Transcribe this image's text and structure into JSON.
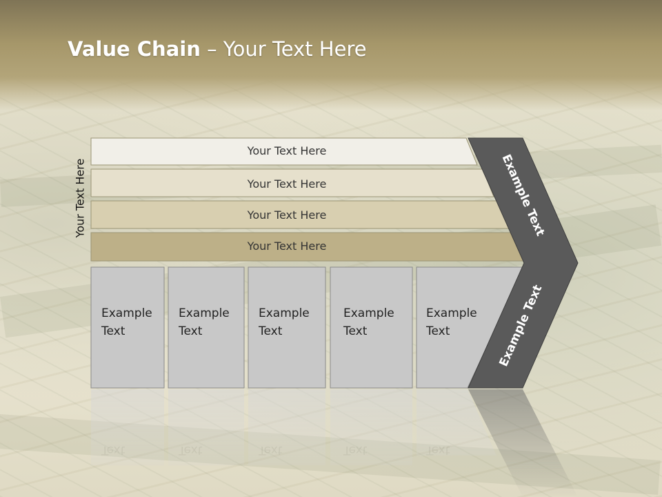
{
  "title": {
    "bold": "Value Chain",
    "rest": " – Your Text Here"
  },
  "side_label": "Your Text Here",
  "rows": [
    {
      "label": "Your Text Here",
      "color": "#f1efe8"
    },
    {
      "label": "Your Text Here",
      "color": "#e6e0cc"
    },
    {
      "label": "Your Text Here",
      "color": "#d8cfb0"
    },
    {
      "label": "Your Text Here",
      "color": "#bdb088"
    }
  ],
  "boxes": [
    {
      "line1": "Example",
      "line2": "Text"
    },
    {
      "line1": "Example",
      "line2": "Text"
    },
    {
      "line1": "Example",
      "line2": "Text"
    },
    {
      "line1": "Example",
      "line2": "Text"
    },
    {
      "line1": "Example",
      "line2": "Text"
    }
  ],
  "chevron_top": "Example Text",
  "chevron_bottom": "Example Text",
  "colors": {
    "header": "#a6976a",
    "chevron": "#595959",
    "box_fill": "#c8c8c8",
    "box_stroke": "#8a8a8a"
  }
}
